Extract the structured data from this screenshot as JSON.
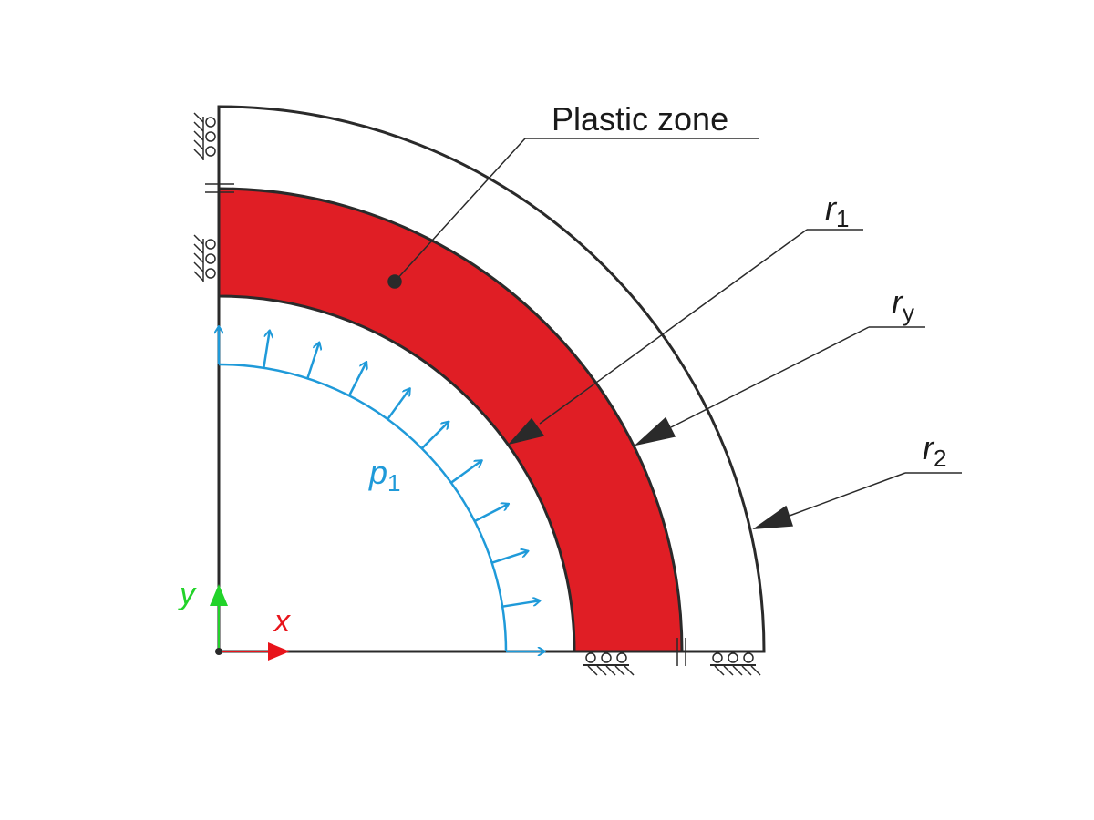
{
  "labels": {
    "plastic_zone": "Plastic zone",
    "r1_main": "r",
    "r1_sub": "1",
    "ry_main": "r",
    "ry_sub": "y",
    "r2_main": "r",
    "r2_sub": "2",
    "p1_main": "p",
    "p1_sub": "1",
    "axis_x": "x",
    "axis_y": "y"
  },
  "colors": {
    "plastic_zone": "#e01e25",
    "pressure": "#1f9ad9",
    "outline": "#2a2a2a",
    "axis_x": "#e8141b",
    "axis_y": "#22d32a"
  },
  "icons": {
    "roller_support": "roller-support-icon",
    "pressure_arrow": "pressure-arrow-icon"
  }
}
